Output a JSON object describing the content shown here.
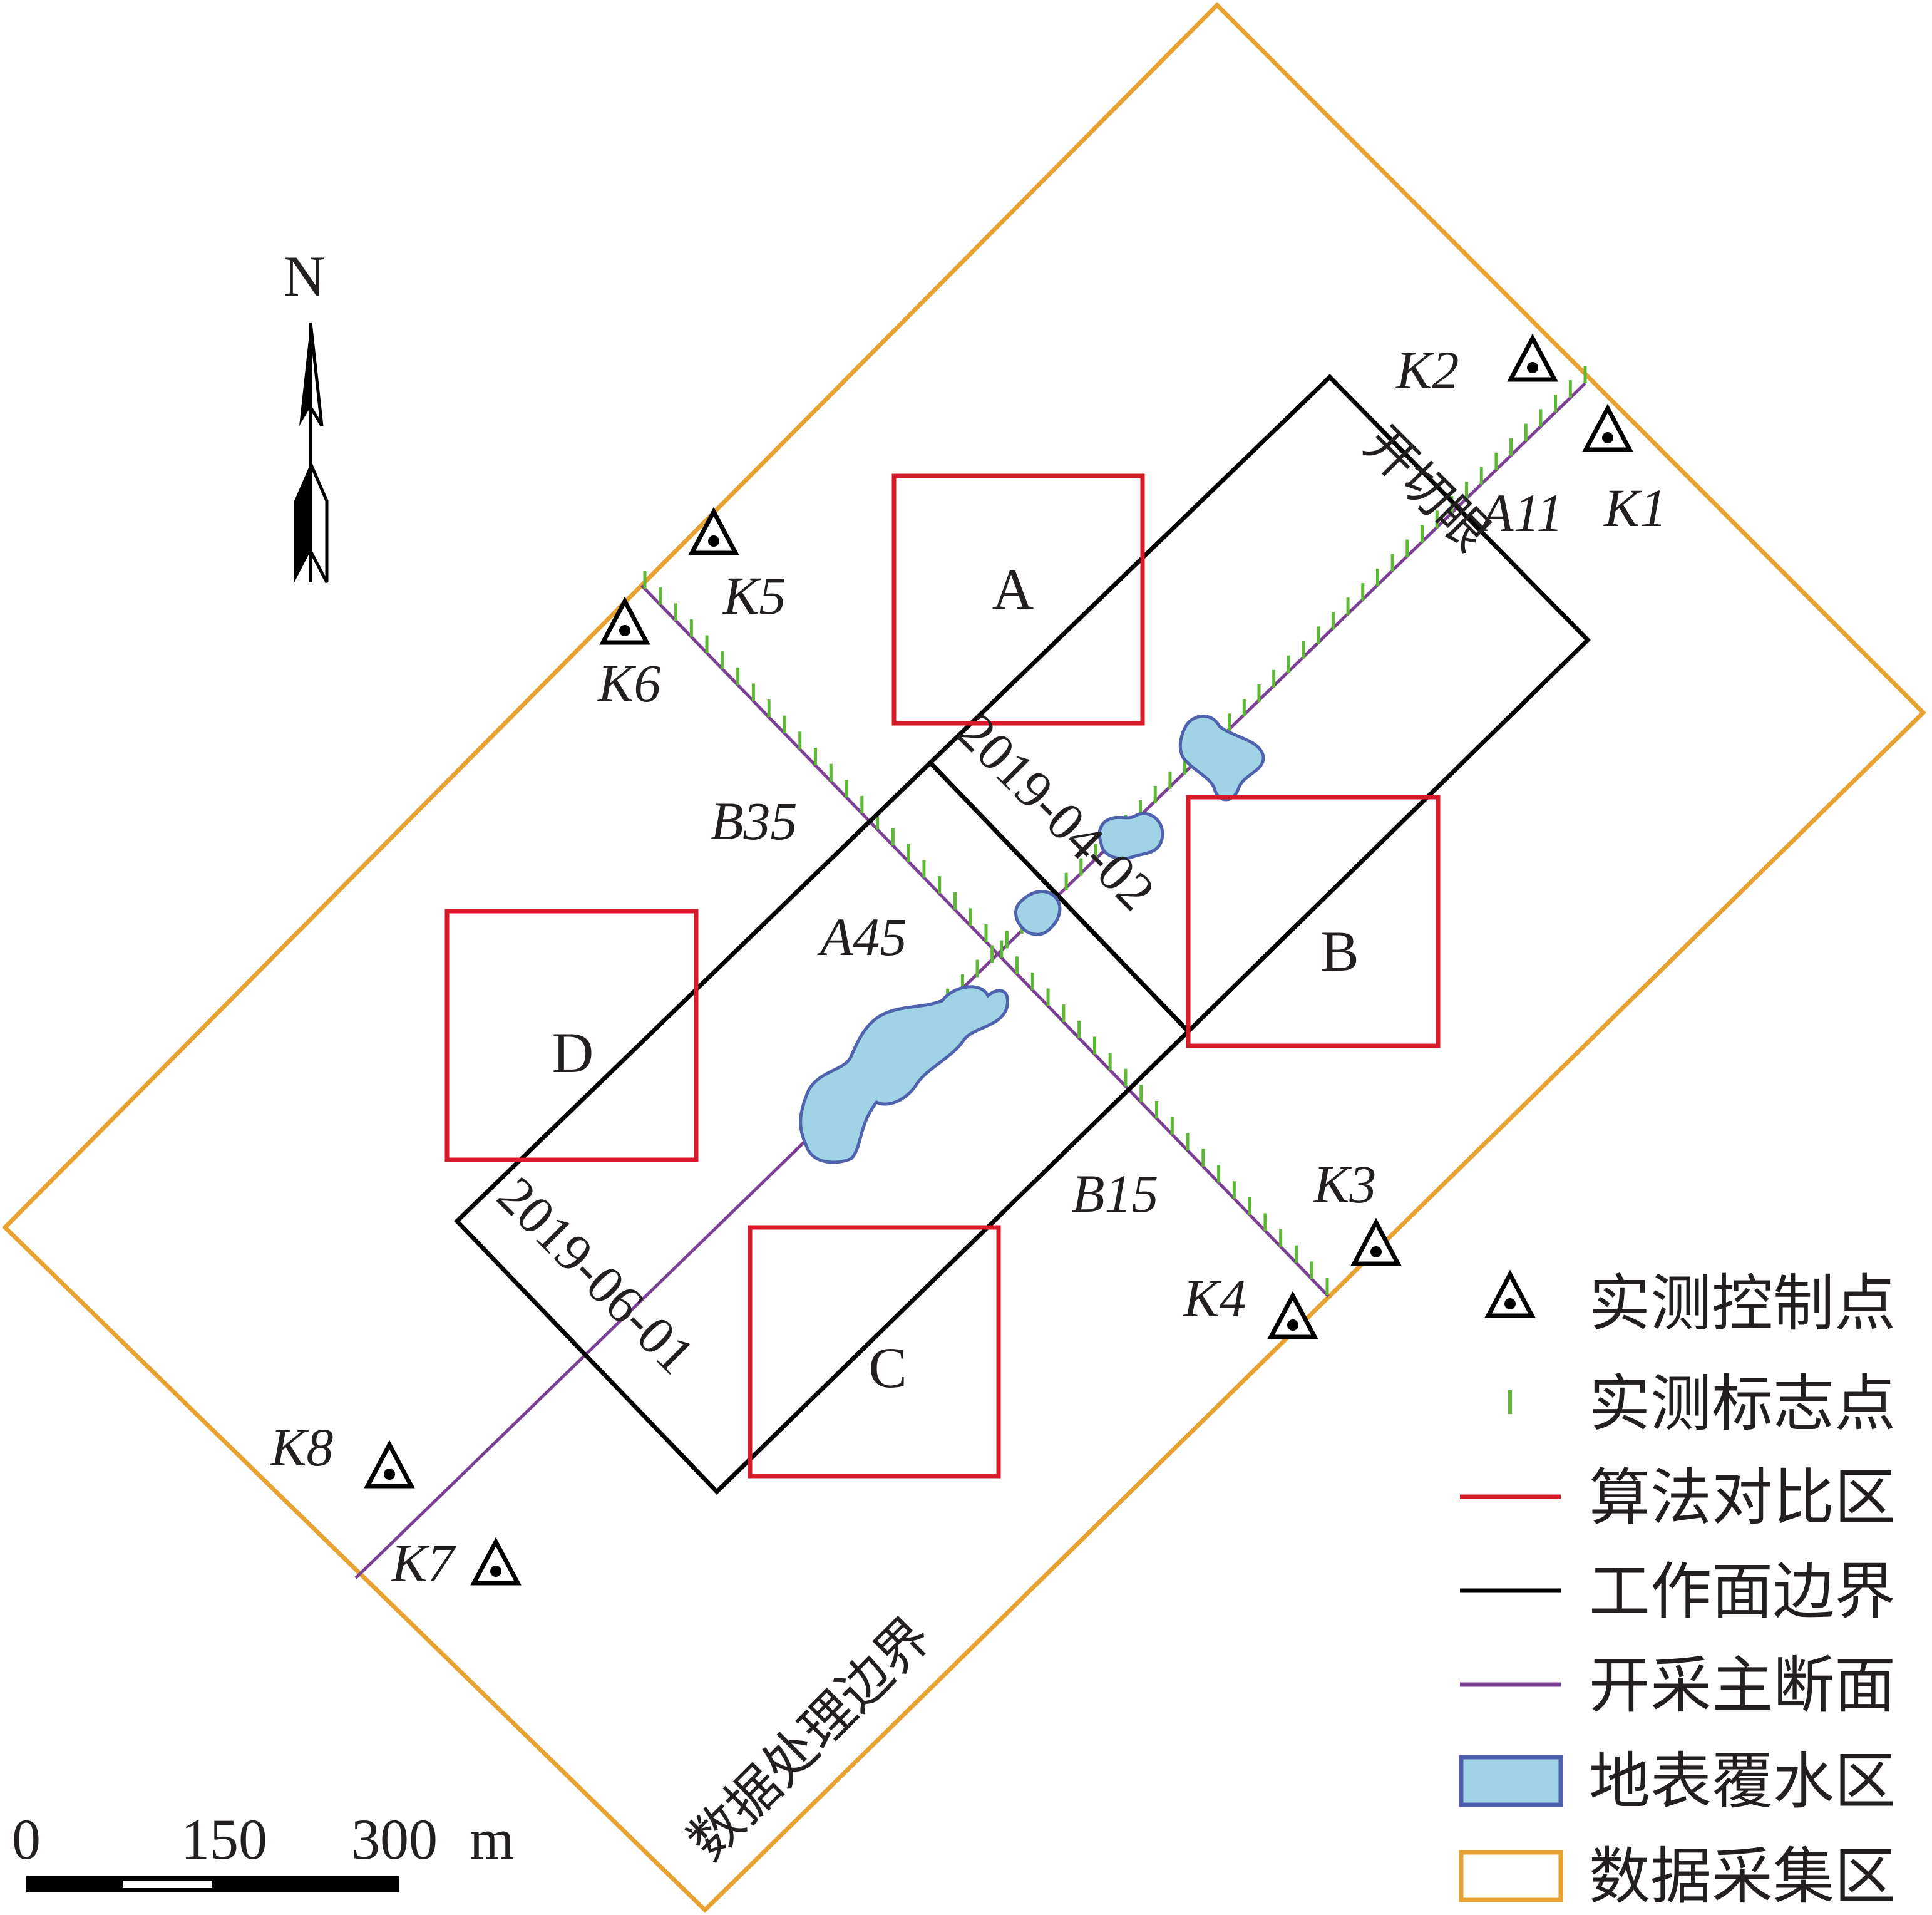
{
  "map": {
    "north_label": "N",
    "scale_bar": {
      "ticks": [
        "0",
        "150",
        "300"
      ],
      "unit": "m"
    },
    "areas": {
      "data_processing_boundary": "数据处理边界",
      "cut_eye": "开切眼",
      "date_1": "2019-04-02",
      "date_2": "2019-06-01"
    },
    "comparison_zones": [
      "A",
      "B",
      "C",
      "D"
    ],
    "points": {
      "control": [
        "K1",
        "K2",
        "K3",
        "K4",
        "K5",
        "K6",
        "K7",
        "K8"
      ],
      "markers": [
        "A11",
        "A45",
        "B35",
        "B15"
      ]
    },
    "colors": {
      "collection_area": "#e8a232",
      "comparison_zone": "#d7192a",
      "working_face": "#000000",
      "main_section": "#7b3f93",
      "marker_tick": "#5db834",
      "water_fill": "#9fd3e5",
      "water_stroke": "#4f62ad"
    }
  },
  "legend": {
    "items": [
      {
        "icon": "control-point-icon",
        "label": "实测控制点"
      },
      {
        "icon": "marker-point-icon",
        "label": "实测标志点"
      },
      {
        "icon": "red-line-icon",
        "label": "算法对比区"
      },
      {
        "icon": "black-line-icon",
        "label": "工作面边界"
      },
      {
        "icon": "purple-line-icon",
        "label": "开采主断面"
      },
      {
        "icon": "water-area-icon",
        "label": "地表覆水区"
      },
      {
        "icon": "collection-area-icon",
        "label": "数据采集区"
      }
    ]
  }
}
